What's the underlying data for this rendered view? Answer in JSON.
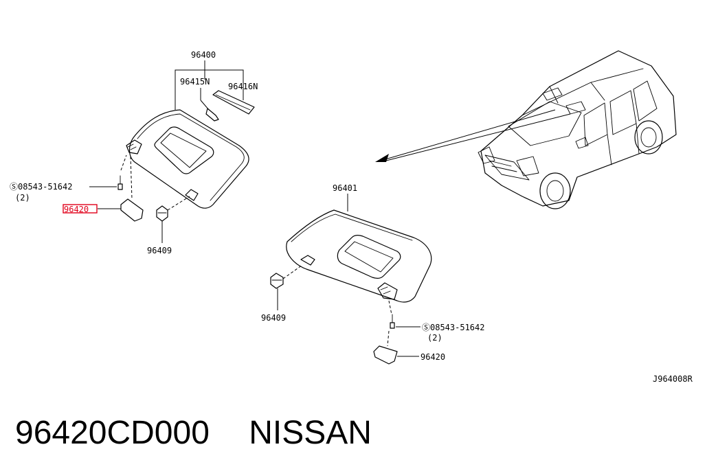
{
  "diagram_code": "J964008R",
  "part_labels": {
    "visor_assembly_left": "96400",
    "clip_left": "96415N",
    "mirror_cover_left": "96416N",
    "screw_left": "Ⓢ08543-51642",
    "screw_left_qty": "(2)",
    "bracket_left": "96420",
    "holder_left": "96409",
    "visor_assembly_right": "96401",
    "holder_right": "96409",
    "screw_right": "Ⓢ08543-51642",
    "screw_right_qty": "(2)",
    "bracket_right": "96420"
  },
  "highlighted_part": "96420",
  "footer": {
    "part_number": "96420CD000",
    "manufacturer": "NISSAN"
  },
  "colors": {
    "highlight": "#e0001a",
    "ink": "#000000"
  }
}
